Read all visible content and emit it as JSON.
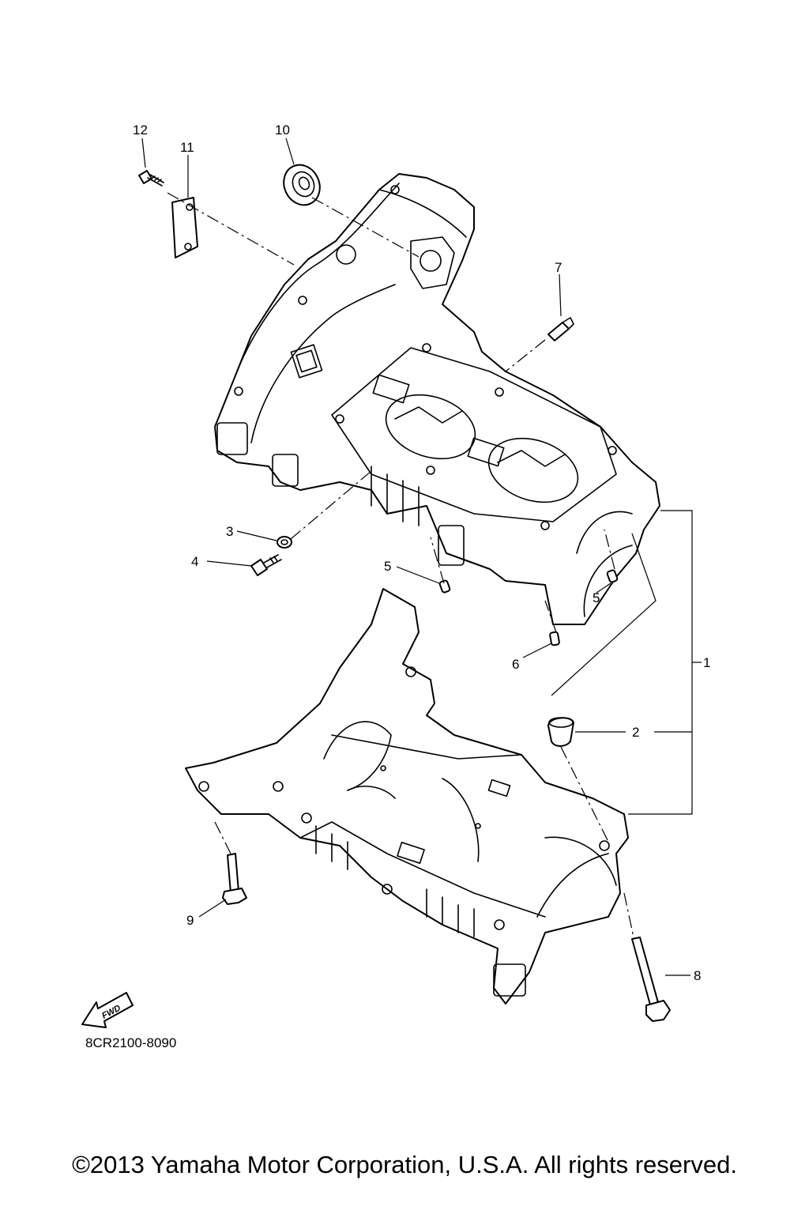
{
  "callouts": {
    "c1": "1",
    "c2": "2",
    "c3": "3",
    "c4": "4",
    "c5a": "5",
    "c5b": "5",
    "c6": "6",
    "c7": "7",
    "c8": "8",
    "c9": "9",
    "c10": "10",
    "c11": "11",
    "c12": "12"
  },
  "direction_badge": "FWD",
  "diagram_code": "8CR2100-8090",
  "copyright": "©2013 Yamaha Motor Corporation, U.S.A. All rights reserved."
}
